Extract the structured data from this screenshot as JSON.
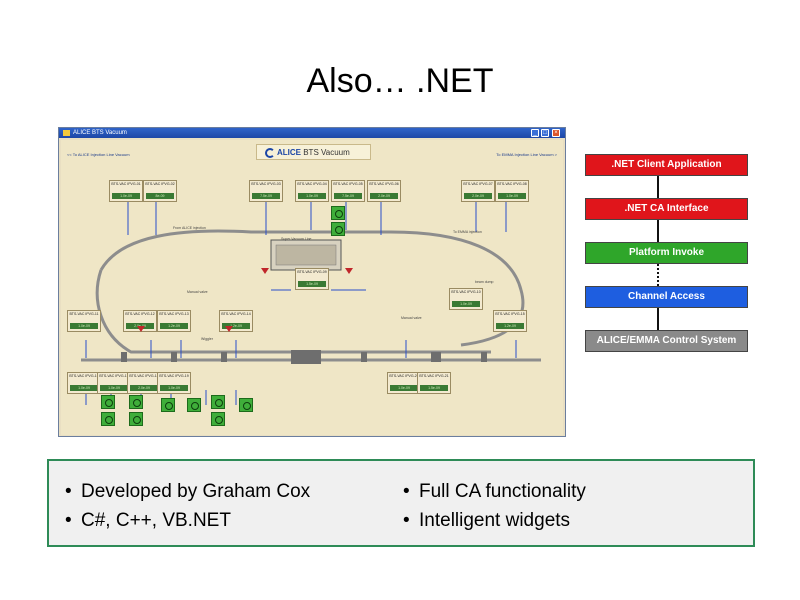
{
  "slide": {
    "title": "Also… .NET"
  },
  "window": {
    "title": "ALICE BTS Vacuum",
    "nav_left": "<< To ALICE Injection Line Vacuum",
    "nav_right": "To EMMA Injection Line Vacuum >",
    "header_alice": "ALICE",
    "header_rest": " BTS Vacuum",
    "gauges": [
      {
        "label": "BTS-VAC IPVG-01",
        "value": "1.0e-09"
      },
      {
        "label": "BTS-VAC IPVG-02",
        "value": "8e-09"
      },
      {
        "label": "BTS-VAC IPVG-03",
        "value": "7.5e-09"
      },
      {
        "label": "BTS-VAC IPVG-04",
        "value": "1.0e-09"
      },
      {
        "label": "BTS-VAC IPVG-05",
        "value": "7.5e-09"
      },
      {
        "label": "BTS-VAC IPVG-06",
        "value": "2.0e-09"
      },
      {
        "label": "BTS-VAC IPVG-07",
        "value": "2.0e-09"
      },
      {
        "label": "BTS-VAC IPVG-08",
        "value": "1.0e-09"
      },
      {
        "label": "BTS-VAC IPVG-09",
        "value": "1.5e-09"
      },
      {
        "label": "BTS-VAC IPVG-10",
        "value": "1.0e-09"
      },
      {
        "label": "BTS-VAC IPVG-11",
        "value": "1.0e-09"
      },
      {
        "label": "BTS-VAC IPVG-12",
        "value": "2.0e-09"
      },
      {
        "label": "BTS-VAC IPVG-13",
        "value": "1.2e-09"
      },
      {
        "label": "BTS-VAC IPVG-14",
        "value": "1.2e-09"
      },
      {
        "label": "BTS-VAC IPVG-15",
        "value": "1.2e-09"
      },
      {
        "label": "BTS-VAC IPVG-16",
        "value": "1.0e-09"
      },
      {
        "label": "BTS-VAC IPVG-17",
        "value": "1.0e-09"
      },
      {
        "label": "BTS-VAC IPVG-18",
        "value": "2.0e-09"
      },
      {
        "label": "BTS-VAC IPVG-19",
        "value": "1.0e-09"
      },
      {
        "label": "BTS-VAC IPVG-20",
        "value": "1.0e-09"
      },
      {
        "label": "BTS-VAC IPVG-21",
        "value": "1.5e-09"
      }
    ],
    "annotations": [
      "From ALICE injection",
      "To EMMA injection",
      "Super Vacuum Line",
      "Manual valve",
      "Wiggler",
      "Manual valve",
      "beam dump"
    ]
  },
  "stack": [
    {
      "label": ".NET Client Application",
      "color": "#e0151b"
    },
    {
      "label": ".NET CA Interface",
      "color": "#e0151b"
    },
    {
      "label": "Platform Invoke",
      "color": "#2fa62a"
    },
    {
      "label": "Channel Access",
      "color": "#1e5ee0"
    },
    {
      "label": "ALICE/EMMA Control System",
      "color": "#8a8a8a"
    }
  ],
  "bullets": {
    "left": [
      "Developed by Graham Cox",
      "C#, C++, VB.NET"
    ],
    "right": [
      "Full CA functionality",
      "Intelligent widgets"
    ],
    "bullet_char": "•"
  }
}
